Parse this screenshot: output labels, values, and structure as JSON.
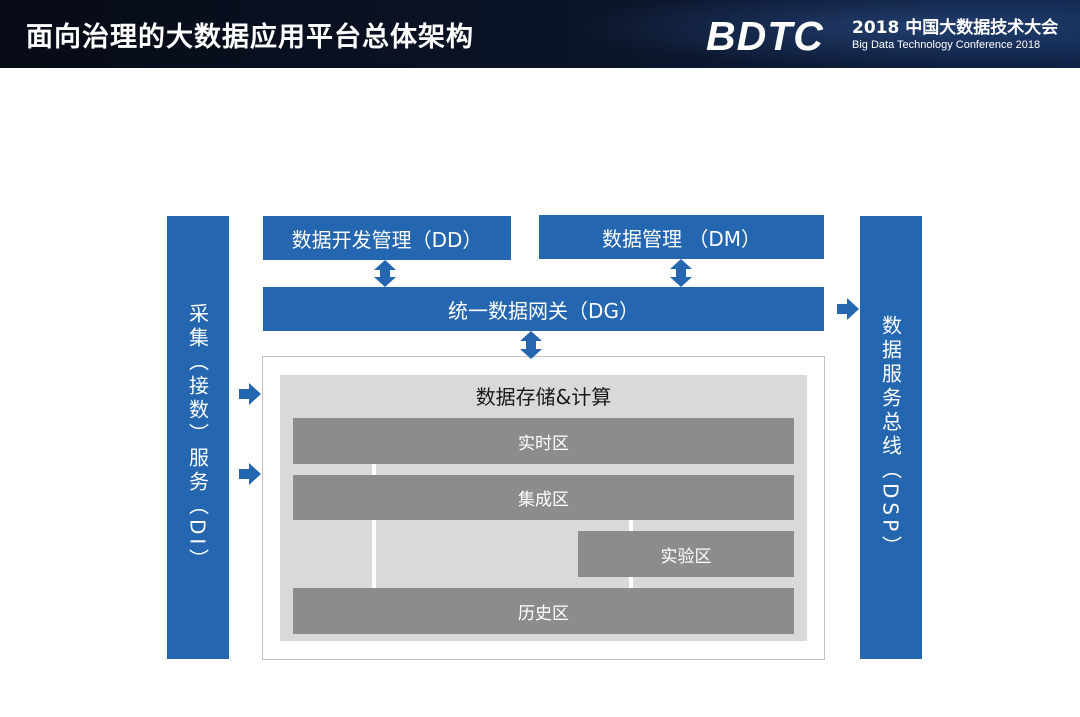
{
  "header": {
    "title": "面向治理的大数据应用平台总体架构",
    "logo": "BDTC",
    "conference_cn": "2018 中国大数据技术大会",
    "conference_en": "Big Data Technology Conference 2018"
  },
  "diagram": {
    "left_service": "采集（接数）服务（DI）",
    "right_service": "数据服务总线（DSP）",
    "dev_management": "数据开发管理（DD）",
    "data_management": "数据管理 （DM）",
    "gateway": "统一数据网关（DG）",
    "storage": {
      "title": "数据存储&计算",
      "zones": {
        "realtime": "实时区",
        "integration": "集成区",
        "experiment": "实验区",
        "history": "历史区"
      }
    }
  },
  "colors": {
    "primary_blue": "#2566b0",
    "zone_gray": "#8c8c8c",
    "storage_bg": "#d9d9d9",
    "header_bg": "#0b1428"
  }
}
